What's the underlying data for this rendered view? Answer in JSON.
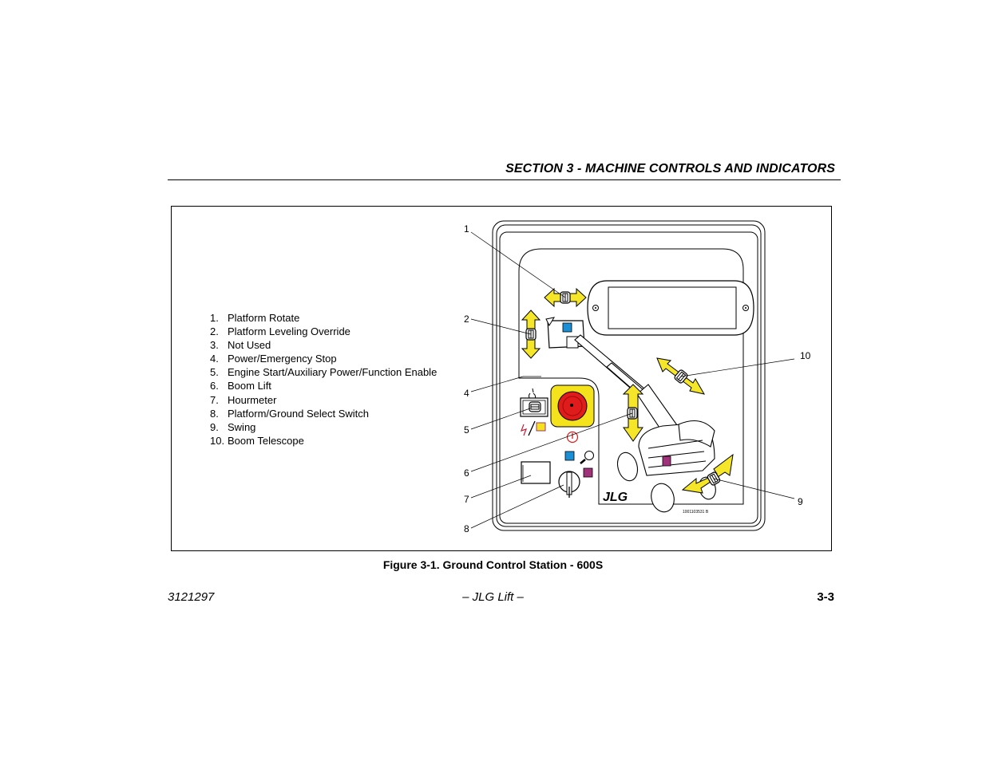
{
  "header": {
    "section_title": "SECTION 3 - MACHINE CONTROLS AND INDICATORS"
  },
  "legend": [
    {
      "num": "1.",
      "label": "Platform Rotate"
    },
    {
      "num": "2.",
      "label": "Platform Leveling Override"
    },
    {
      "num": "3.",
      "label": "Not Used"
    },
    {
      "num": "4.",
      "label": "Power/Emergency Stop"
    },
    {
      "num": "5.",
      "label": "Engine Start/Auxiliary Power/Function Enable"
    },
    {
      "num": "6.",
      "label": "Boom Lift"
    },
    {
      "num": "7.",
      "label": "Hourmeter"
    },
    {
      "num": "8.",
      "label": "Platform/Ground Select Switch"
    },
    {
      "num": "9.",
      "label": "Swing"
    },
    {
      "num": "10.",
      "label": "Boom Telescope"
    }
  ],
  "callouts": [
    "1",
    "2",
    "4",
    "5",
    "6",
    "7",
    "8",
    "9",
    "10"
  ],
  "panel": {
    "logo": "JLG",
    "part_number": "1001103531 B"
  },
  "colors": {
    "arrow": "#f5e62a",
    "estop": "#e01b1b",
    "estop_ring": "#f4e21c",
    "blue_indicator": "#1a8fd6",
    "magenta_indicator": "#a0327a"
  },
  "caption": "Figure 3-1. Ground Control Station - 600S",
  "footer": {
    "doc_number": "3121297",
    "center": "– JLG Lift –",
    "page": "3-3"
  }
}
